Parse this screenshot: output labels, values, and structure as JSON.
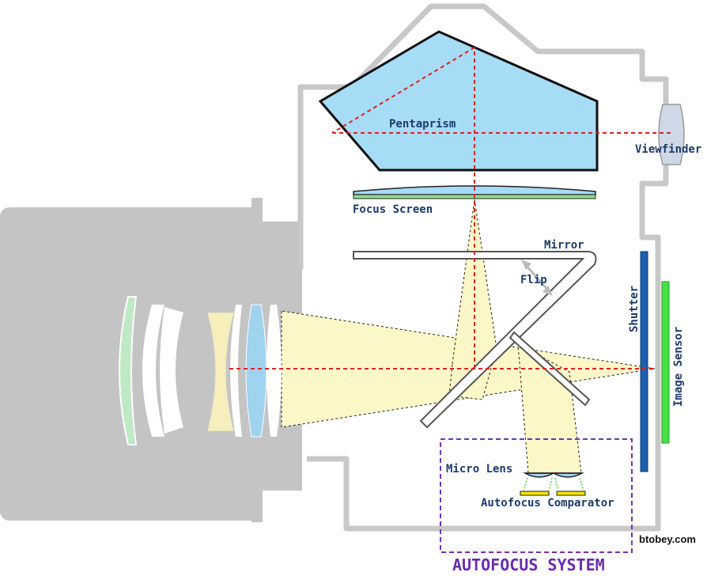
{
  "labels": {
    "pentaprism": "Pentaprism",
    "viewfinder": "Viewfinder",
    "focus_screen": "Focus Screen",
    "mirror": "Mirror",
    "flip": "Flip",
    "shutter": "Shutter",
    "image_sensor": "Image Sensor",
    "micro_lens": "Micro Lens",
    "autofocus_comparator": "Autofocus Comparator",
    "autofocus_system": "AUTOFOCUS SYSTEM"
  },
  "credit": "btobey.com",
  "colors": {
    "lens_gray": "#c4c4c4",
    "body_outline": "#c8c8c8",
    "pentaprism_fill": "#a6dcf5",
    "light_cone": "#fbf7c6",
    "optical_axis": "#e02020",
    "shutter": "#1c5fb0",
    "sensor": "#44e044",
    "autofocus_box": "#7a2fb0",
    "label_text": "#1d3a6b"
  }
}
